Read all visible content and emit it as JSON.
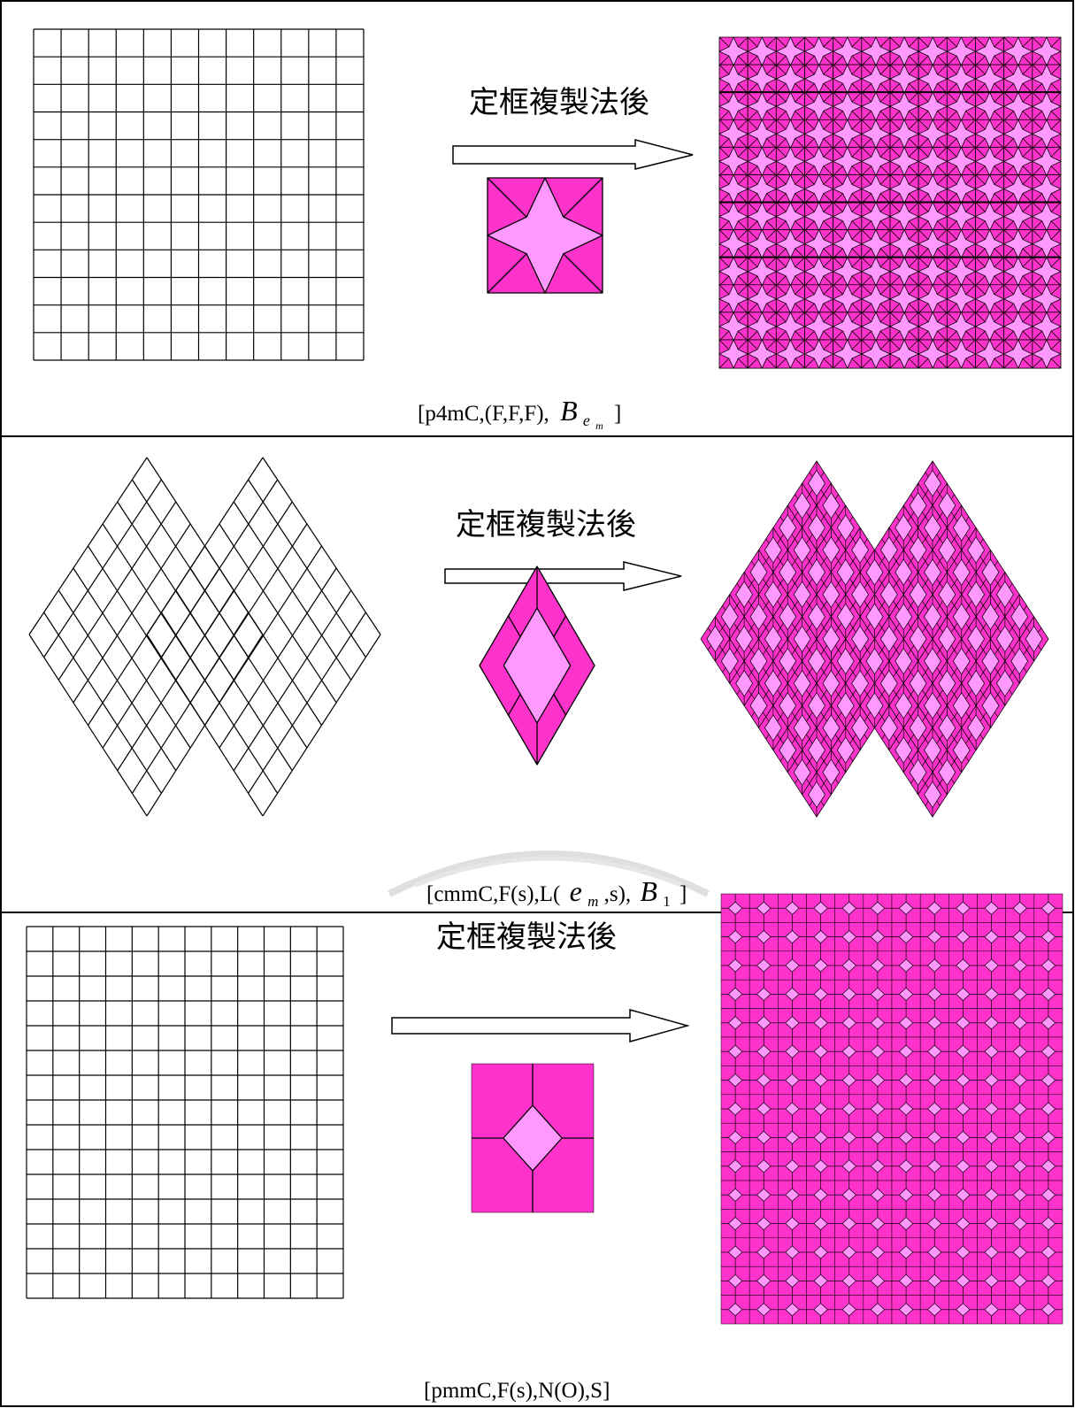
{
  "colors": {
    "magenta": "#FF33CC",
    "light_pink": "#FF99FF",
    "line": "#000000",
    "border": "#000000"
  },
  "panels": [
    {
      "id": "p4m",
      "title": "定框複製法後",
      "caption": {
        "pre": "[p4mC,(F,F,F),",
        "symbol": "B",
        "sub": "e",
        "subsub": "m",
        "post": "]"
      },
      "lattice": {
        "kind": "square",
        "cols": 12,
        "rows": 12
      },
      "motif": "four-point-star-square",
      "tiling": {
        "kind": "square",
        "cols": 12,
        "rows": 12
      }
    },
    {
      "id": "cmm",
      "title": "定框複製法後",
      "caption": {
        "pre": "[cmmC,F(s),L(",
        "symbol": "e",
        "sub": "m",
        "mid": ",s),",
        "symbol2": "B",
        "sub2": "1",
        "post": "]"
      },
      "lattice": {
        "kind": "rhombus-pair",
        "cells_per_side": 8
      },
      "motif": "rhombus-in-rhombus",
      "tiling": {
        "kind": "rhombus-pair",
        "cells_per_side": 8
      }
    },
    {
      "id": "pmm",
      "title": "定框複製法後",
      "caption": {
        "pre": "[pmmC,F(s),N(O),S]"
      },
      "lattice": {
        "kind": "rectangle",
        "cols": 12,
        "rows": 15
      },
      "motif": "diamond-in-rectangle",
      "tiling": {
        "kind": "rectangle",
        "cols": 12,
        "rows": 15
      }
    }
  ]
}
